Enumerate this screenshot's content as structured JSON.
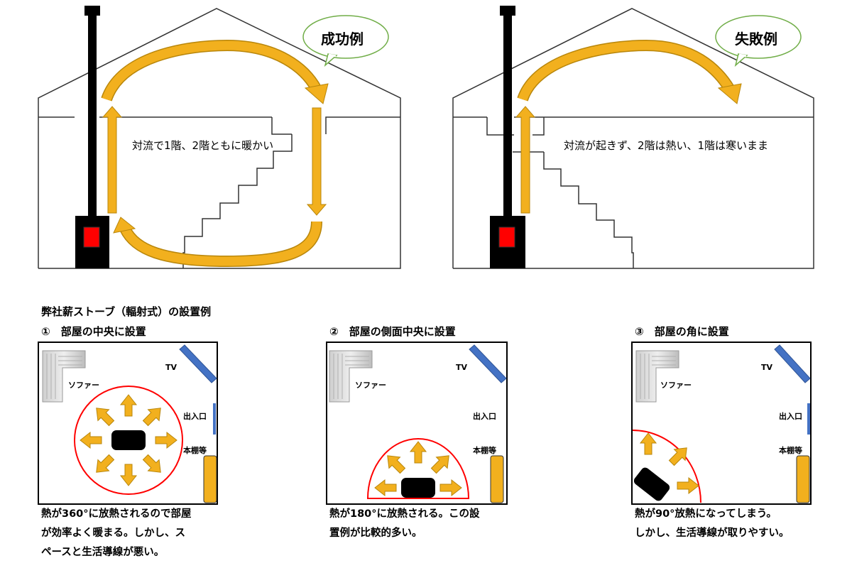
{
  "houses": {
    "success": {
      "bubble": "成功例",
      "caption": "対流で1階、2階ともに暖かい"
    },
    "failure": {
      "bubble": "失敗例",
      "caption": "対流が起きず、2階は熱い、1階は寒いまま"
    }
  },
  "section_title": "弊社薪ストーブ（輻射式）の設置例",
  "rooms": [
    {
      "heading": "①　部屋の中央に設置",
      "tv": "TV",
      "sofa": "ソファー",
      "exit": "出入口",
      "shelf": "本棚等",
      "desc": [
        "熱が360°に放熱されるので部屋",
        "が効率よく暖まる。しかし、ス",
        "ペースと生活導線が悪い。"
      ]
    },
    {
      "heading": "②　部屋の側面中央に設置",
      "tv": "TV",
      "sofa": "ソファー",
      "exit": "出入口",
      "shelf": "本棚等",
      "desc": [
        "熱が180°に放熱される。この設",
        "置例が比較的多い。"
      ]
    },
    {
      "heading": "③　部屋の角に設置",
      "tv": "TV",
      "sofa": "ソファー",
      "exit": "出入口",
      "shelf": "本棚等",
      "desc": [
        "熱が90°放熱になってしまう。",
        "しかし、生活導線が取りやすい。"
      ]
    }
  ],
  "colors": {
    "arrow": "#f2b01e",
    "arrow_edge": "#b8860b",
    "fire": "#ff0000",
    "stove": "#000000",
    "tv": "#4472c4",
    "circle": "#ff0000",
    "bubble_edge": "#70ad47"
  }
}
